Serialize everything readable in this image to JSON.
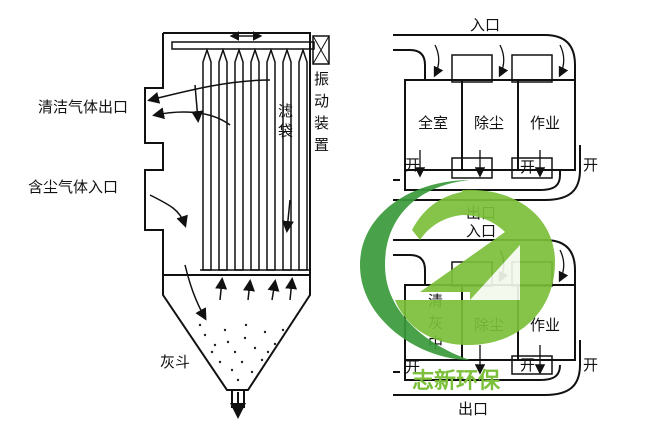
{
  "left_diagram": {
    "clean_gas_outlet": "清洁气体出口",
    "dusty_gas_inlet": "含尘气体入口",
    "filter_bag": [
      "滤",
      "袋"
    ],
    "shaker": [
      "振",
      "动",
      "装",
      "置"
    ],
    "ash_hopper": "灰斗"
  },
  "right_diagram": {
    "top": {
      "inlet": "入口",
      "outlet": "出口",
      "chambers": [
        "全室",
        "除尘",
        "作业"
      ],
      "open_labels": [
        "开",
        "开",
        "开"
      ]
    },
    "bottom": {
      "inlet": "入口",
      "outlet": "出口",
      "chamber_left": [
        "清",
        "灰",
        "中"
      ],
      "chambers": [
        "除尘",
        "作业"
      ],
      "open_labels": [
        "开",
        "开",
        "开"
      ]
    }
  },
  "watermark": {
    "text": "志新环保",
    "color": "#7bbf3a"
  }
}
